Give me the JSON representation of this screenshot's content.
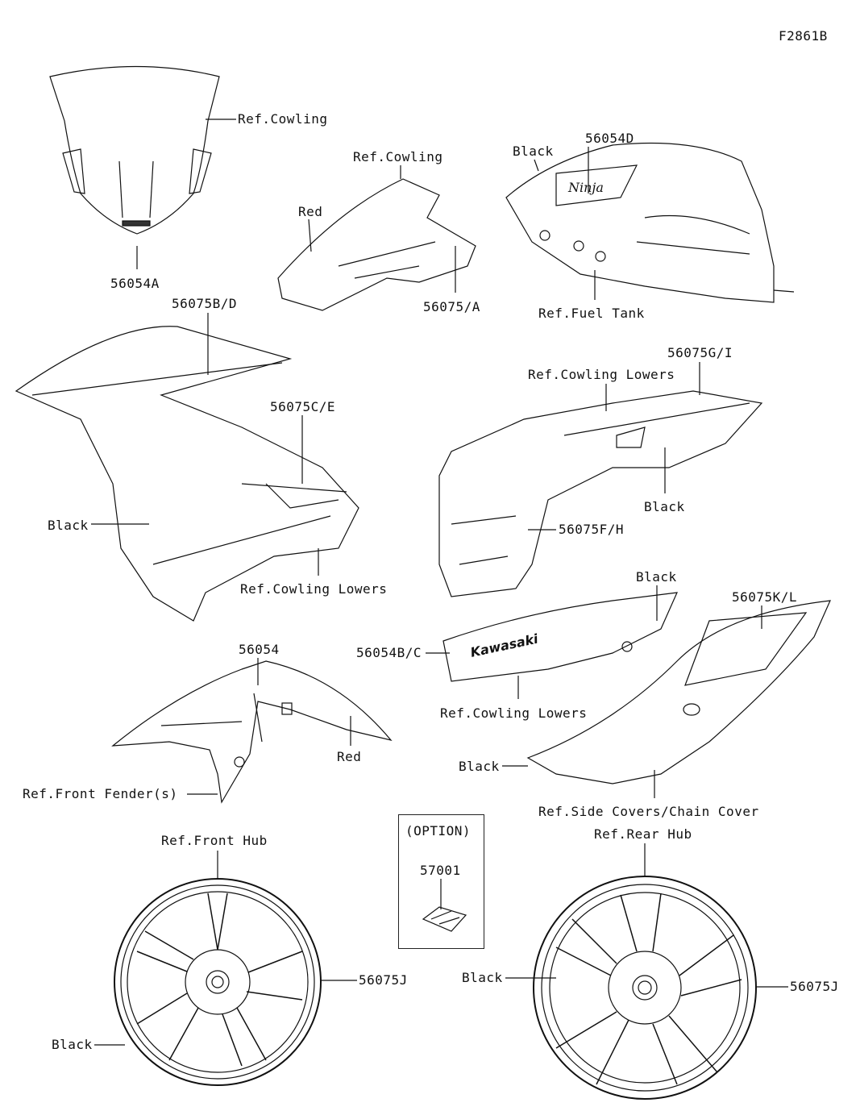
{
  "figure_code": "F2861B",
  "labels": {
    "ref_cowling_1": "Ref.Cowling",
    "p56054A": "56054A",
    "ref_cowling_2": "Ref.Cowling",
    "red_1": "Red",
    "black_tank": "Black",
    "p56054D": "56054D",
    "p56075A": "56075/A",
    "ref_fuel_tank": "Ref.Fuel Tank",
    "p56075BD": "56075B/D",
    "p56075CE": "56075C/E",
    "p56075GI": "56075G/I",
    "ref_cowling_lowers_1": "Ref.Cowling Lowers",
    "black_left_cowl": "Black",
    "black_right_cowl": "Black",
    "p56075FH": "56075F/H",
    "ref_cowling_lowers_2": "Ref.Cowling Lowers",
    "black_lower": "Black",
    "p56075KL": "56075K/L",
    "p56054": "56054",
    "p56054BC": "56054B/C",
    "ref_cowling_lowers_3": "Ref.Cowling Lowers",
    "red_fender": "Red",
    "black_side_cover": "Black",
    "ref_front_fender": "Ref.Front Fender(s)",
    "ref_side_covers": "Ref.Side Covers/Chain Cover",
    "option": "(OPTION)",
    "p57001": "57001",
    "ref_front_hub": "Ref.Front Hub",
    "ref_rear_hub": "Ref.Rear Hub",
    "p56075J_front": "56075J",
    "black_rear_wheel": "Black",
    "p56075J_rear": "56075J",
    "black_front_wheel": "Black"
  },
  "decals": {
    "ninja_logo": "Ninja",
    "kawasaki_logo": "Kawasaki"
  }
}
